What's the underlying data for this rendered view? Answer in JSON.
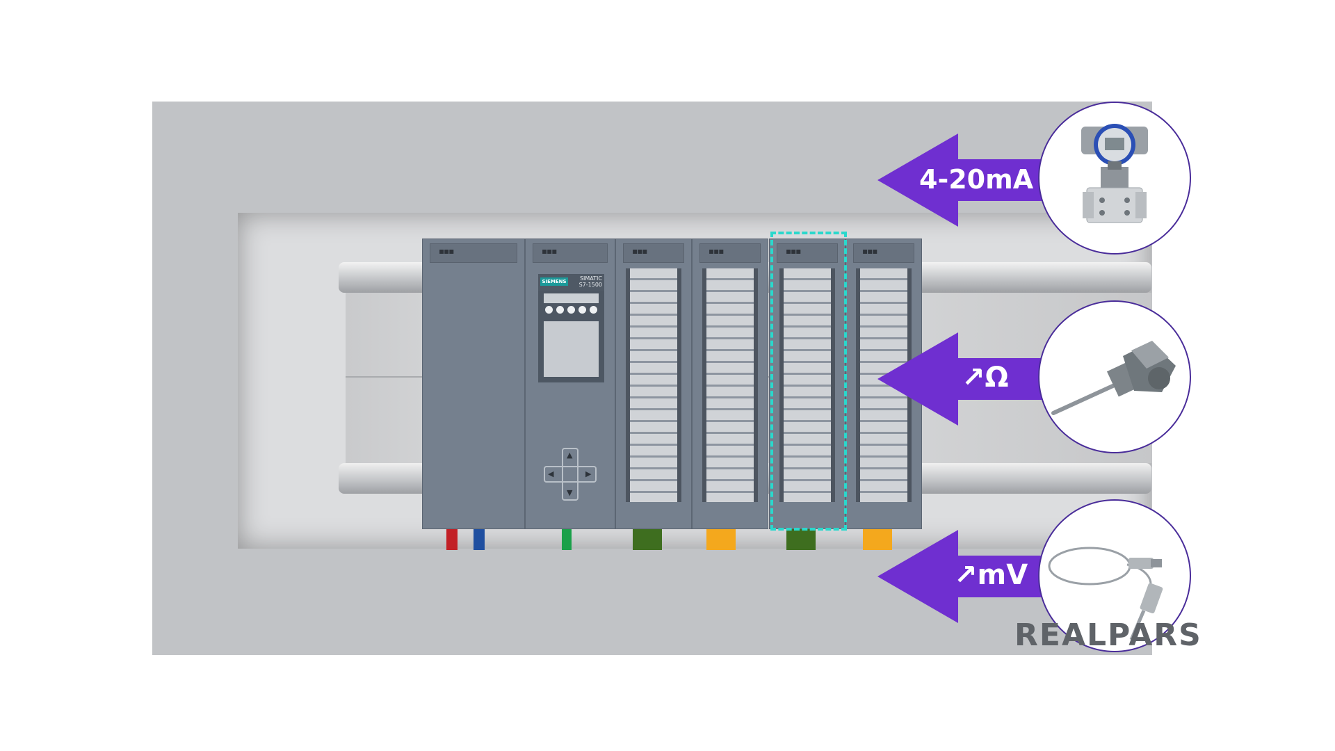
{
  "labels": {
    "current_signal": "4-20mA",
    "resistance_signal": "↗Ω",
    "millivolt_signal": "↗mV"
  },
  "cpu": {
    "brand": "SIEMENS",
    "model_line1": "SIMATIC",
    "model_line2": "S7-1500"
  },
  "logo": {
    "text": "REALPARS"
  },
  "icons": {
    "transmitter": "pressure-transmitter-icon",
    "rtd": "rtd-sensor-icon",
    "thermocouple": "thermocouple-icon"
  },
  "colors": {
    "arrow": "#6f2fd0",
    "highlight": "#2ad8cc",
    "circle_border": "#4a2d9a",
    "cable_red": "#c22026",
    "cable_blue": "#1f4fa0",
    "cable_green": "#1aa049",
    "plug_green": "#3e6e1f",
    "plug_yellow": "#f4a81d"
  }
}
